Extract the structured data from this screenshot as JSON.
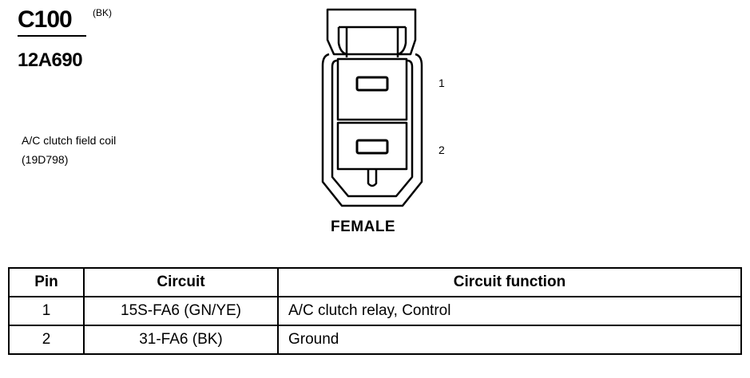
{
  "connector": {
    "id": "C100",
    "color": "(BK)",
    "part_number": "12A690",
    "component_name": "A/C clutch field coil",
    "component_code": "(19D798)",
    "gender": "FEMALE",
    "pin_labels": [
      "1",
      "2"
    ]
  },
  "table": {
    "headers": {
      "pin": "Pin",
      "circuit": "Circuit",
      "function": "Circuit function"
    },
    "rows": [
      {
        "pin": "1",
        "circuit": "15S-FA6 (GN/YE)",
        "function": "A/C clutch relay, Control"
      },
      {
        "pin": "2",
        "circuit": "31-FA6 (BK)",
        "function": "Ground"
      }
    ]
  }
}
